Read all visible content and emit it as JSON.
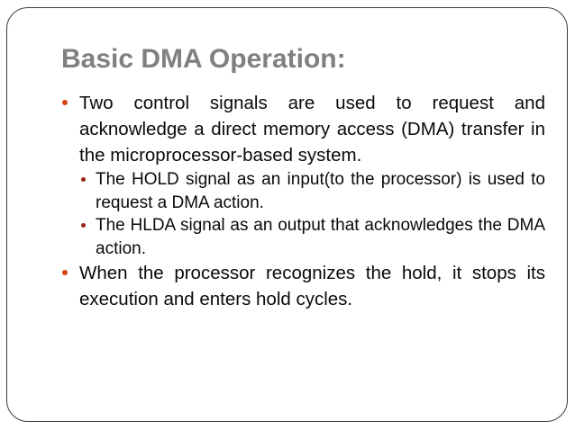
{
  "slide": {
    "title": "Basic DMA Operation:",
    "title_color": "#808080",
    "background_color": "#ffffff",
    "frame_border_color": "#3b3b42",
    "bullet_level1_color": "#d8441a",
    "bullet_level2_color": "#9b2214",
    "body_text_color": "#0a0a0a",
    "bullets": [
      {
        "level": 1,
        "marker": "filled-circle-bullet",
        "text": "Two control signals are used to request and acknowledge a direct memory access (DMA) transfer in the microprocessor-based system."
      },
      {
        "level": 2,
        "marker": "filled-circle-bullet",
        "text": "The HOLD signal as an input(to the processor) is used to request a DMA action."
      },
      {
        "level": 2,
        "marker": "filled-circle-bullet",
        "text": "The HLDA signal as an output that acknowledges the DMA action."
      },
      {
        "level": 1,
        "marker": "filled-circle-bullet",
        "text": "When the processor recognizes the hold, it stops its execution and enters hold cycles."
      }
    ]
  }
}
